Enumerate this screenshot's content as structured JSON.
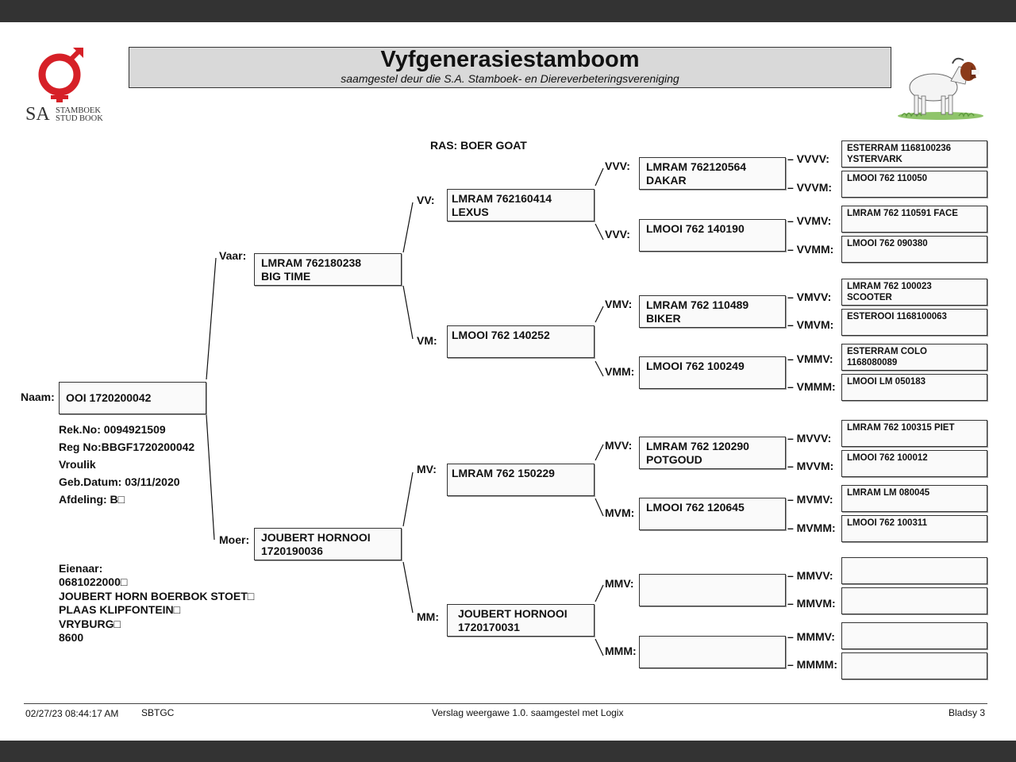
{
  "header": {
    "title": "Vyfgenerasiestamboom",
    "subtitle": "saamgestel deur die S.A. Stamboek- en Diereverbeteringsvereniging",
    "logo": {
      "prefix": "SA",
      "line1": "STAMBOEK",
      "line2": "STUD BOOK",
      "color": "#d62027"
    }
  },
  "ras": "RAS: BOER GOAT",
  "animal": {
    "name_label": "Naam:",
    "name": "OOI 1720200042",
    "rek_no": "Rek.No: 0094921509",
    "reg_no": "Reg No:BBGF1720200042",
    "sex": "Vroulik",
    "birth": "Geb.Datum: 03/11/2020",
    "section": "Afdeling: B□"
  },
  "owner": {
    "label": "Eienaar:",
    "lines": [
      "0681022000□",
      "JOUBERT HORN BOERBOK STOET□",
      "PLAAS KLIPFONTEIN□",
      "VRYBURG□",
      "8600"
    ]
  },
  "pedigree": {
    "V": {
      "label": "Vaar:",
      "name": "LMRAM 762180238\nBIG TIME"
    },
    "M": {
      "label": "Moer:",
      "name": "JOUBERT HORNOOI\n1720190036"
    },
    "VV": {
      "label": "VV:",
      "name": "LMRAM 762160414\nLEXUS"
    },
    "VM": {
      "label": "VM:",
      "name": "LMOOI 762 140252"
    },
    "MV": {
      "label": "MV:",
      "name": "LMRAM 762 150229"
    },
    "MM": {
      "label": "MM:",
      "name": "JOUBERT HORNOOI\n1720170031"
    },
    "VVV": {
      "label": "VVV:",
      "name": "LMRAM 762120564\nDAKAR"
    },
    "VVM": {
      "label": "VVV:",
      "name": "LMOOI 762 140190"
    },
    "VMV": {
      "label": "VMV:",
      "name": "LMRAM 762 110489\nBIKER"
    },
    "VMM": {
      "label": "VMM:",
      "name": "LMOOI 762 100249"
    },
    "MVV": {
      "label": "MVV:",
      "name": "LMRAM 762 120290\nPOTGOUD"
    },
    "MVM": {
      "label": "MVM:",
      "name": "LMOOI 762 120645"
    },
    "MMV": {
      "label": "MMV:",
      "name": ""
    },
    "MMM": {
      "label": "MMM:",
      "name": ""
    },
    "VVVV": {
      "label": "– VVVV:",
      "name": "ESTERRAM 1168100236\nYSTERVARK"
    },
    "VVVM": {
      "label": "– VVVM:",
      "name": "LMOOI 762 110050"
    },
    "VVMV": {
      "label": "– VVMV:",
      "name": "LMRAM 762 110591 FACE"
    },
    "VVMM": {
      "label": "– VVMM:",
      "name": "LMOOI 762 090380"
    },
    "VMVV": {
      "label": "– VMVV:",
      "name": "LMRAM 762 100023\nSCOOTER"
    },
    "VMVM": {
      "label": "– VMVM:",
      "name": "ESTEROOI 1168100063"
    },
    "VMMV": {
      "label": "– VMMV:",
      "name": "ESTERRAM COLO\n1168080089"
    },
    "VMMM": {
      "label": "– VMMM:",
      "name": "LMOOI LM 050183"
    },
    "MVVV": {
      "label": "– MVVV:",
      "name": "LMRAM 762 100315 PIET"
    },
    "MVVM": {
      "label": "– MVVM:",
      "name": "LMOOI 762 100012"
    },
    "MVMV": {
      "label": "– MVMV:",
      "name": "LMRAM LM 080045"
    },
    "MVMM": {
      "label": "– MVMM:",
      "name": "LMOOI 762 100311"
    },
    "MMVV": {
      "label": "– MMVV:",
      "name": ""
    },
    "MMVM": {
      "label": "– MMVM:",
      "name": ""
    },
    "MMMV": {
      "label": "– MMMV:",
      "name": ""
    },
    "MMMM": {
      "label": "– MMMM:",
      "name": ""
    }
  },
  "footer": {
    "datetime": "02/27/23 08:44:17 AM",
    "code": "SBTGC",
    "report": "Verslag weergawe 1.0. saamgestel met Logix",
    "page": "Bladsy 3"
  }
}
